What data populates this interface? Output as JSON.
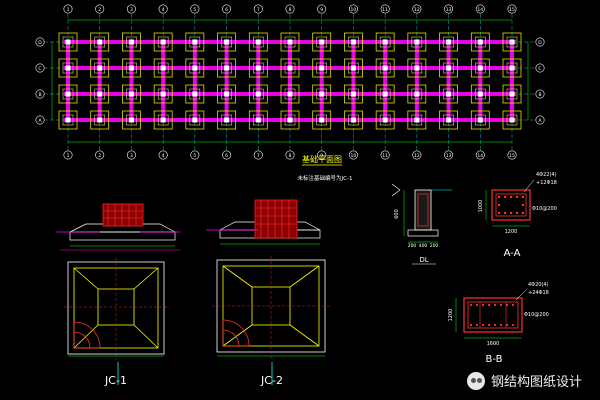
{
  "plan": {
    "title": "基础平面图",
    "note": "未标注基础编号为JC-1",
    "axis_letters": [
      "A",
      "B",
      "C",
      "D"
    ],
    "axis_numbers": [
      "1",
      "2",
      "3",
      "4",
      "5",
      "6",
      "7",
      "8",
      "9",
      "10",
      "11",
      "12",
      "13",
      "14",
      "15"
    ],
    "colors": {
      "grid": "#00e5e5",
      "beam": "#ff00ff",
      "footing": "#ffff00",
      "column": "#ffffff"
    }
  },
  "details": {
    "jc1_label": "JC-1",
    "jc2_label": "JC-2",
    "aa_label": "A-A",
    "bb_label": "B-B",
    "dl_label": "DL",
    "aa_rebar_top": "4Φ22(4)",
    "aa_rebar_mid": "+12Φ18",
    "aa_stirrup": "Φ10@200",
    "aa_width": "1200",
    "aa_height": "1000",
    "bb_rebar_top": "4Φ20(4)",
    "bb_rebar_mid": "+24Φ18",
    "bb_stirrup": "Φ10@200",
    "bb_width": "1600",
    "bb_height": "1200",
    "dl_height": "600",
    "dl_dims": [
      "200",
      "400",
      "200"
    ]
  },
  "watermark": {
    "text": "钢结构图纸设计"
  }
}
